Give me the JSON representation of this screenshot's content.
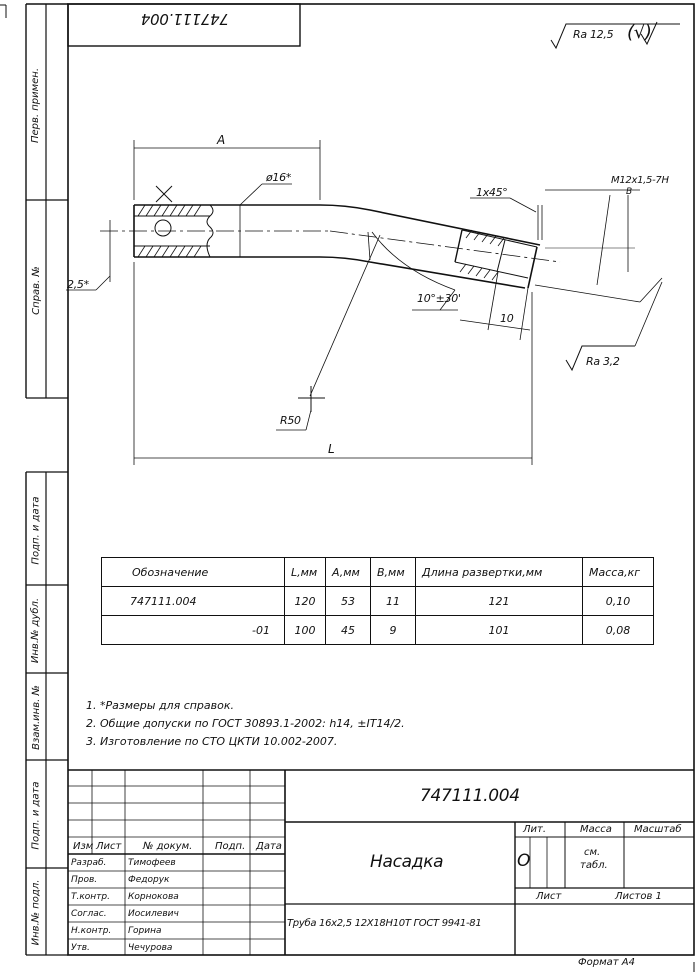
{
  "rotated_code": "747111.004",
  "roughness_general": "Ra 12,5",
  "roughness_general_mark": "(√)",
  "drawing": {
    "dim_A": "A",
    "dim_dia": "ø16*",
    "dim_chamfer": "1x45°",
    "dim_thread": "M12x1,5-7H",
    "dim_thread_b": "B",
    "dim_angle_25": "2,5*",
    "dim_angle_10": "10°±30'",
    "dim_10": "10",
    "roughness_local": "Ra 3,2",
    "dim_R50": "R50",
    "dim_L": "L"
  },
  "sidebar": {
    "perv_primen": "Перв. примен.",
    "sprav_no": "Справ. №",
    "podp_data_1": "Подп. и дата",
    "inv_dubl": "Инв.№ дубл.",
    "vzam_inv": "Взам.инв. №",
    "podp_data_2": "Подп. и дата",
    "inv_podl": "Инв.№ подл."
  },
  "spec_table": {
    "headers": [
      "Обозначение",
      "L,мм",
      "A,мм",
      "B,мм",
      "Длина развертки,мм",
      "Масса,кг"
    ],
    "rows": [
      [
        "747111.004",
        "120",
        "53",
        "11",
        "121",
        "0,10"
      ],
      [
        "-01",
        "100",
        "45",
        "9",
        "101",
        "0,08"
      ]
    ]
  },
  "notes": [
    "1. *Размеры для справок.",
    "2. Общие допуски по ГОСТ 30893.1-2002: h14, ±IT14/2.",
    "3. Изготовление по СТО ЦКТИ 10.002-2007."
  ],
  "title_block": {
    "doc_code": "747111.004",
    "name": "Насадка",
    "material": "Труба 16х2,5 12Х18Н10Т ГОСТ 9941-81",
    "lit_label": "Лит.",
    "mass_label": "Масса",
    "scale_label": "Масштаб",
    "lit_value": "О",
    "mass_value_1": "см.",
    "mass_value_2": "табл.",
    "sheet_label": "Лист",
    "sheets_label": "Листов 1",
    "col_izm": "Изм",
    "col_list": "Лист",
    "col_dokum": "№ докум.",
    "col_podp": "Подп.",
    "col_data": "Дата",
    "roles": [
      "Разраб.",
      "Пров.",
      "Т.контр.",
      "Соглас.",
      "Н.контр.",
      "Утв."
    ],
    "names": [
      "Тимофеев",
      "Федорук",
      "Корнокова",
      "Иосилевич",
      "Горина",
      "Чечурова"
    ],
    "format": "Формат А4"
  }
}
